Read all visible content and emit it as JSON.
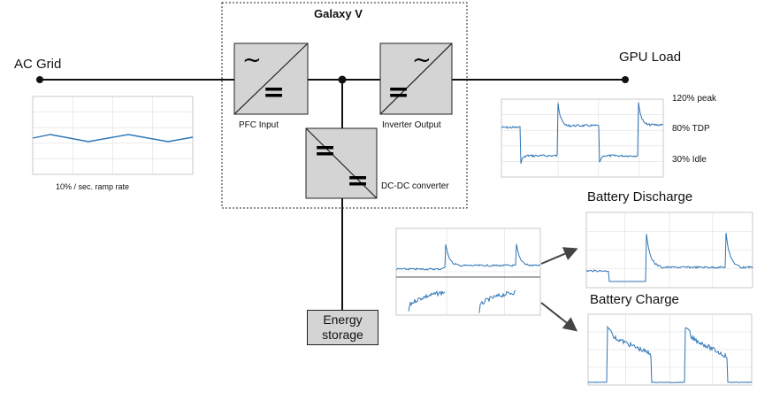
{
  "system": {
    "title": "Galaxy V"
  },
  "grid": {
    "label": "AC Grid",
    "ramp_caption": "10% / sec. ramp rate"
  },
  "load": {
    "label": "GPU Load",
    "levels": [
      "120%  peak",
      "80% TDP",
      "30% Idle"
    ]
  },
  "converters": {
    "pfc": "PFC Input",
    "inverter": "Inverter Output",
    "dcdc": "DC-DC converter"
  },
  "storage": {
    "label": "Energy\nstorage"
  },
  "battery": {
    "discharge": "Battery Discharge",
    "charge": "Battery Charge"
  },
  "symbols": {
    "ac": "~",
    "dc": "="
  },
  "colors": {
    "trace": "#2e75b6",
    "box_fill": "#d4d4d4",
    "line": "#111111"
  }
}
